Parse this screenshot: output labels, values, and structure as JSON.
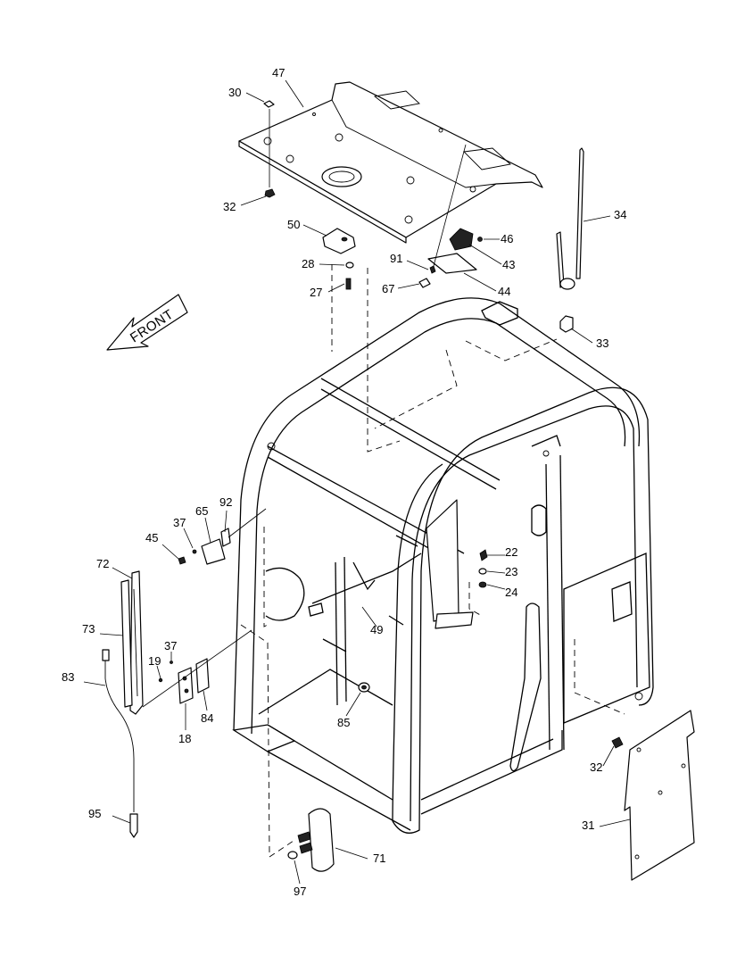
{
  "direction_label": "FRONT",
  "callouts": [
    "47",
    "30",
    "32",
    "50",
    "28",
    "27",
    "91",
    "67",
    "46",
    "43",
    "44",
    "34",
    "33",
    "65",
    "92",
    "37",
    "45",
    "72",
    "73",
    "37",
    "19",
    "83",
    "18",
    "84",
    "22",
    "23",
    "24",
    "49",
    "85",
    "95",
    "71",
    "97",
    "32",
    "31"
  ]
}
